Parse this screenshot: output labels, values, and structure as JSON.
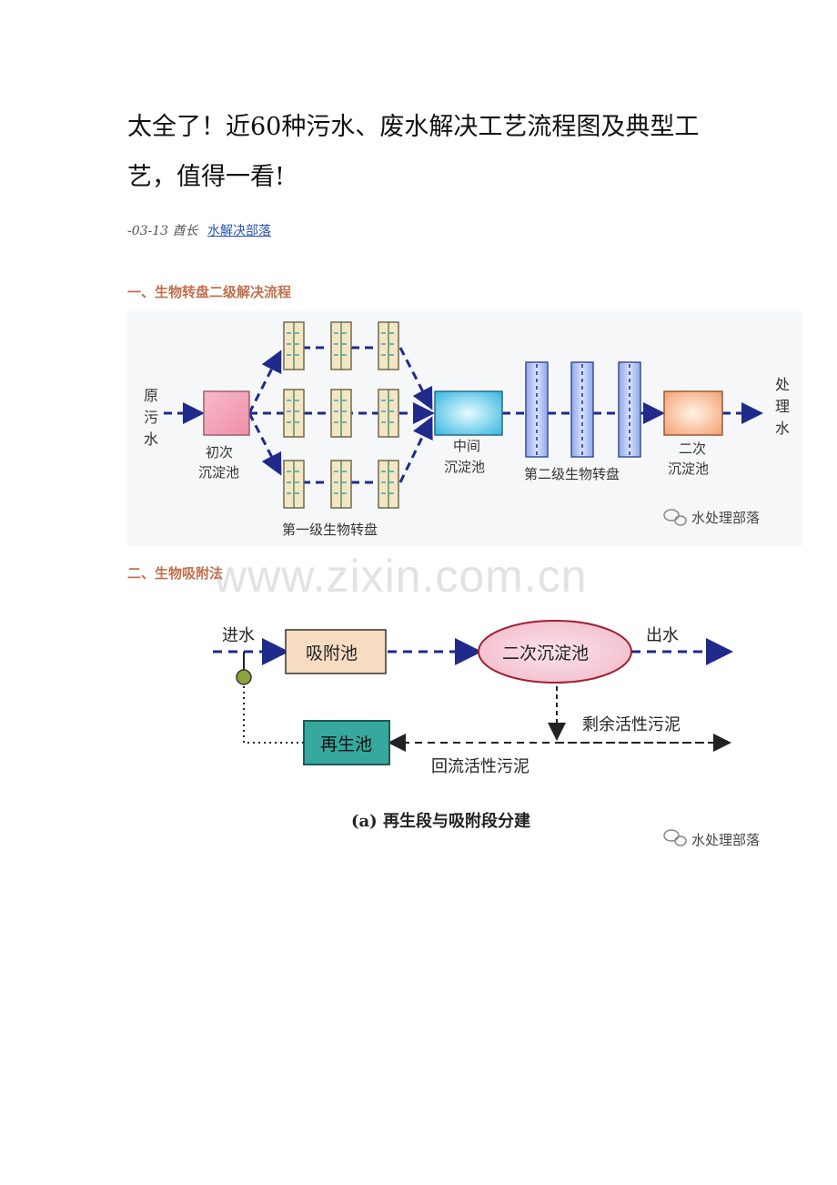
{
  "article": {
    "title": "太全了！近60种污水、废水解决工艺流程图及典型工艺，值得一看!",
    "date": "-03-13",
    "author": "酋长",
    "source_link": "水解决部落"
  },
  "sections": [
    {
      "heading": "一、生物转盘二级解决流程"
    },
    {
      "heading": "二、生物吸附法"
    }
  ],
  "diagram1": {
    "inlet": [
      "原",
      "污",
      "水"
    ],
    "outlet": [
      "处",
      "理",
      "水"
    ],
    "primary": [
      "初次",
      "沉淀池"
    ],
    "stage1": "第一级生物转盘",
    "middle": [
      "中间",
      "沉淀池"
    ],
    "stage2": "第二级生物转盘",
    "secondary": [
      "二次",
      "沉淀池"
    ],
    "wm": "水处理部落"
  },
  "diagram2": {
    "in": "进水",
    "adsorb": "吸附池",
    "settle": "二次沉淀池",
    "out": "出水",
    "excess": "剩余活性污泥",
    "regen": "再生池",
    "return": "回流活性污泥",
    "caption": "(a) 再生段与吸附段分建",
    "wm": "水处理部落"
  },
  "watermark": "www.zixin.com.cn"
}
